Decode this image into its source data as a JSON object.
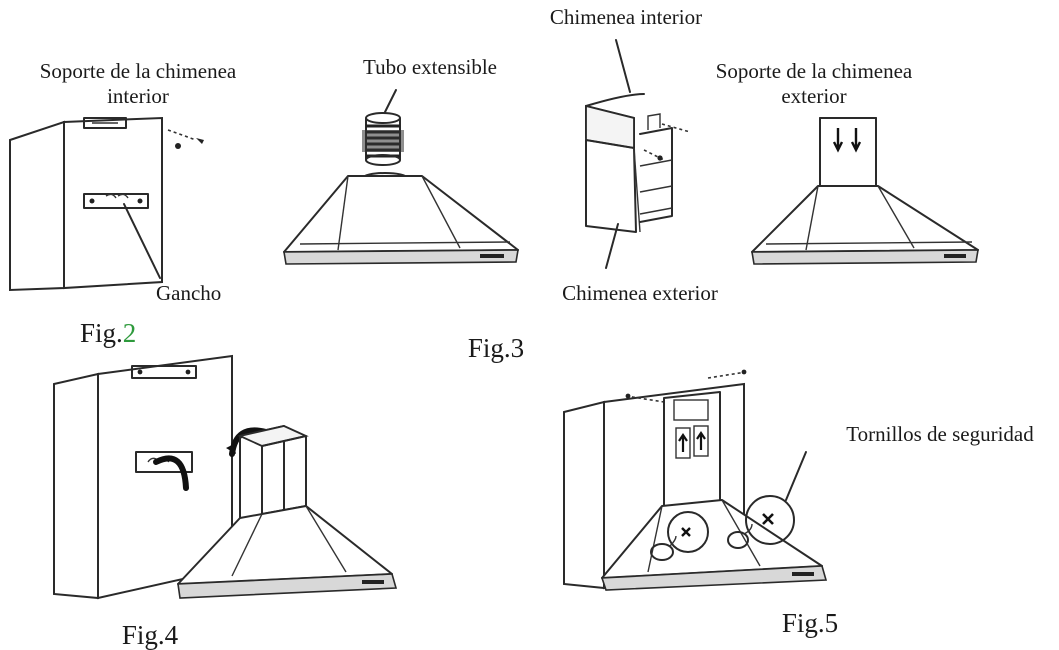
{
  "labels": {
    "soporte_interior_1": "Soporte de la chimenea",
    "soporte_interior_2": "interior",
    "tubo_extensible": "Tubo extensible",
    "chimenea_interior": "Chimenea interior",
    "soporte_exterior_1": "Soporte de la chimenea",
    "soporte_exterior_2": "exterior",
    "gancho": "Gancho",
    "chimenea_exterior": "Chimenea exterior",
    "tornillos": "Tornillos de seguridad"
  },
  "figures": {
    "fig2_prefix": "Fig.",
    "fig2_number": "2",
    "fig3": "Fig.3",
    "fig4": "Fig.4",
    "fig5": "Fig.5"
  },
  "colors": {
    "line": "#2a2a2a",
    "fig2_number": "#2e9a3c"
  }
}
